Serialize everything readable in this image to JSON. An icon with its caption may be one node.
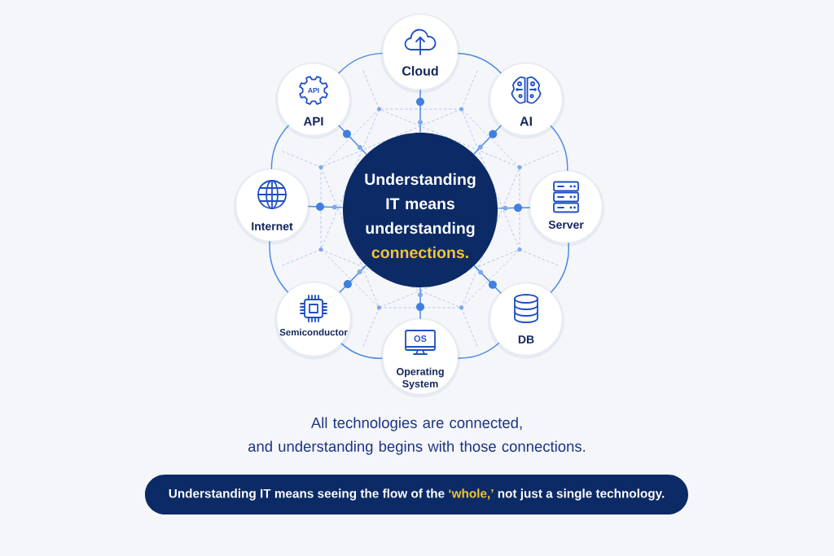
{
  "diagram": {
    "nodes": [
      {
        "text": [
          "Cloud"
        ]
      },
      {
        "text": [
          "API",
          "API"
        ]
      },
      {
        "text": [
          "AI"
        ]
      },
      {
        "text": [
          "Internet"
        ]
      },
      {
        "text": [
          "Understanding IT means understanding",
          "connections."
        ]
      },
      {
        "text": [
          "Server"
        ]
      },
      {
        "text": [
          "Semiconductor"
        ]
      },
      {
        "text": [
          "DB"
        ]
      },
      {
        "text": [
          "OS",
          "Operating System"
        ]
      },
      {
        "text": [
          "Understanding IT means seeing the flow of the",
          "‘whole,’",
          "not just a single technology."
        ]
      }
    ],
    "edges": [
      {
        "from": 4,
        "to": 0,
        "arrow": "none"
      },
      {
        "from": 4,
        "to": 1,
        "arrow": "none"
      },
      {
        "from": 4,
        "to": 2,
        "arrow": "none"
      },
      {
        "from": 4,
        "to": 3,
        "arrow": "none"
      },
      {
        "from": 4,
        "to": 5,
        "arrow": "none"
      },
      {
        "from": 4,
        "to": 6,
        "arrow": "none"
      },
      {
        "from": 4,
        "to": 7,
        "arrow": "none"
      },
      {
        "from": 4,
        "to": 8,
        "arrow": "none"
      },
      {
        "from": 0,
        "to": 2,
        "arrow": "none"
      },
      {
        "from": 2,
        "to": 5,
        "arrow": "none"
      },
      {
        "from": 5,
        "to": 7,
        "arrow": "none"
      },
      {
        "from": 7,
        "to": 8,
        "arrow": "none"
      },
      {
        "from": 8,
        "to": 6,
        "arrow": "none"
      },
      {
        "from": 6,
        "to": 3,
        "arrow": "none"
      },
      {
        "from": 3,
        "to": 1,
        "arrow": "none"
      },
      {
        "from": 1,
        "to": 0,
        "arrow": "none"
      }
    ],
    "labels": [
      "All technologies are connected, and understanding begins with those connections."
    ]
  }
}
